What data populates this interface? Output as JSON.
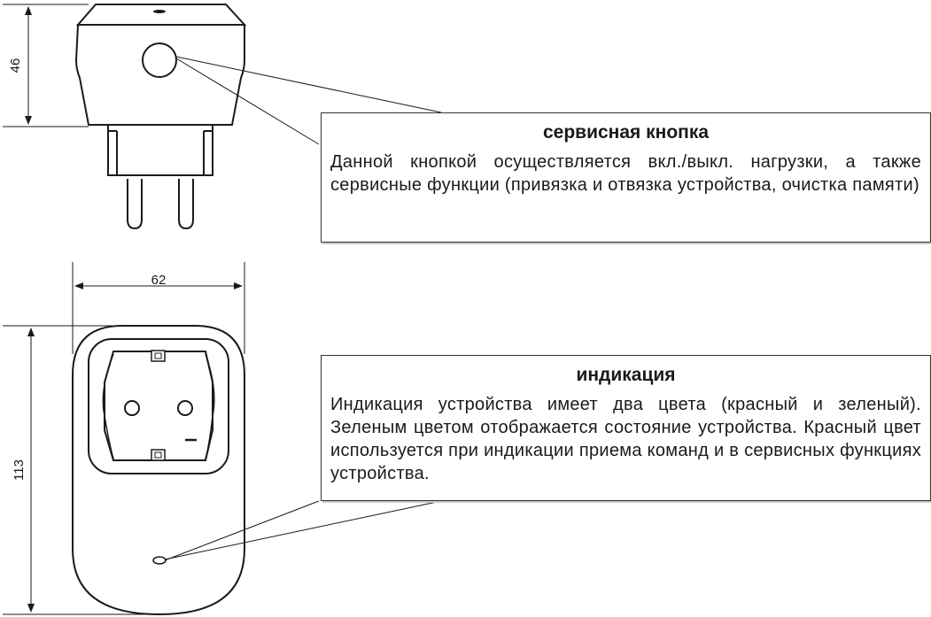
{
  "dimensions": {
    "height_top": "46",
    "width": "62",
    "height_front": "113"
  },
  "callouts": {
    "service_button": {
      "title": "сервисная кнопка",
      "text": "Данной кнопкой осуществляется вкл./выкл. нагрузки, а также сервисные функции (привязка и отвязка устройства, очистка памяти)"
    },
    "indication": {
      "title": "индикация",
      "text": "Индикация устройства имеет два цвета (красный и зеленый). Зеленым цветом отображается состояние устройства. Красный цвет используется при индикации приема команд и в сервисных функциях устройства."
    }
  }
}
